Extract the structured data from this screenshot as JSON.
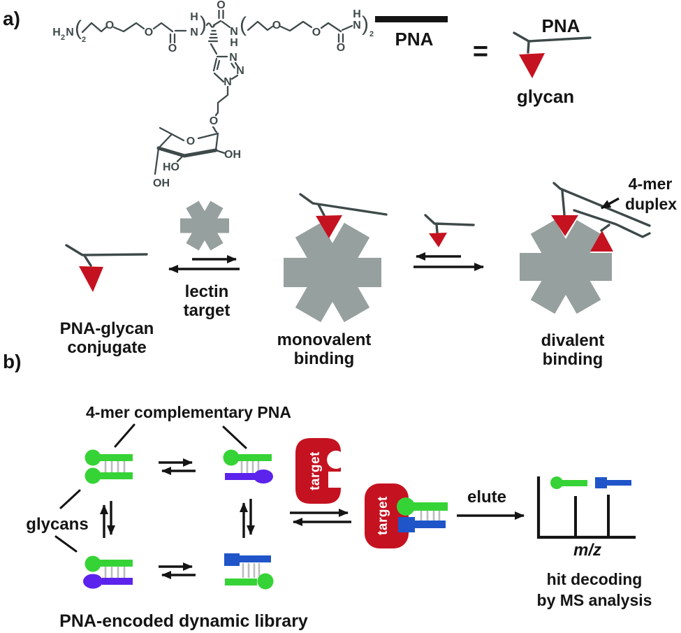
{
  "colors": {
    "red": "#c51220",
    "gray": "#96a09e",
    "line": "#3e4949",
    "green": "#36d336",
    "purple": "#5c23ec",
    "blue": "#1f55c8",
    "hatch": "#b9bdbd",
    "black": "#141414"
  },
  "panel_a": {
    "label": "a)",
    "atoms": {
      "o": "O",
      "n": "N",
      "h": "H",
      "two": "2",
      "ho": "HO",
      "oh": "OH",
      "open_paren": "(",
      "close_paren": ")"
    },
    "pna_bar_label": "PNA",
    "legend": {
      "equals": "=",
      "pna_label": "PNA",
      "glycan_label": "glycan"
    },
    "captions": {
      "conjugate_line1": "PNA-glycan",
      "conjugate_line2": "conjugate",
      "lectin_line1": "lectin",
      "lectin_line2": "target",
      "monovalent_line1": "monovalent",
      "monovalent_line2": "binding",
      "divalent_line1": "divalent",
      "divalent_line2": "binding",
      "duplex_line1": "4-mer",
      "duplex_line2": "duplex"
    }
  },
  "panel_b": {
    "label": "b)",
    "top_label": "4-mer complementary PNA",
    "glycans_label": "glycans",
    "library_label": "PNA-encoded dynamic library",
    "target_label": "target",
    "elute_label": "elute",
    "mz_label": "m/z",
    "hit_line1": "hit decoding",
    "hit_line2": "by MS analysis"
  }
}
